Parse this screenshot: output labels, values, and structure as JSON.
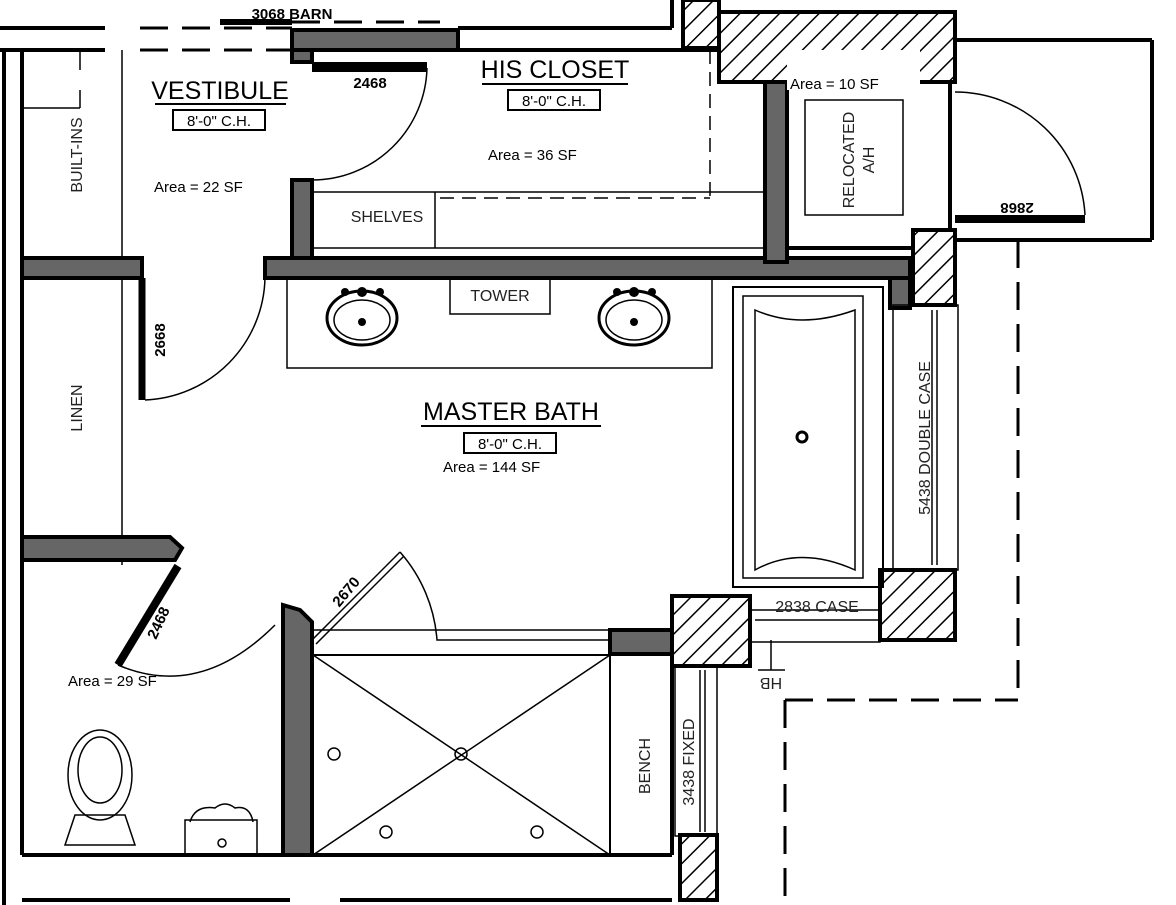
{
  "plan": {
    "rooms": {
      "vestibule": {
        "name": "VESTIBULE",
        "ceiling": "8'-0\" C.H.",
        "area": "Area  =  22 SF"
      },
      "his_closet": {
        "name": "HIS CLOSET",
        "ceiling": "8'-0\" C.H.",
        "area": "Area  =  36 SF"
      },
      "ah_closet": {
        "area": "Area  =  10 SF",
        "label_line1": "RELOCATED",
        "label_line2": "A/H"
      },
      "master_bath": {
        "name": "MASTER BATH",
        "ceiling": "8'-0\" C.H.",
        "area": "Area  =  144 SF"
      },
      "water_closet": {
        "area": "Area  =  29 SF"
      }
    },
    "labels": {
      "built_ins": "BUILT-INS",
      "shelves": "SHELVES",
      "tower": "TOWER",
      "linen": "LINEN",
      "bench": "BENCH",
      "hb": "HB"
    },
    "doors": {
      "barn": "3068 BARN",
      "closet": "2468",
      "ah": "2868",
      "bath": "2668",
      "wc": "2468",
      "shower": "2670"
    },
    "windows": {
      "double_case": "5438 DOUBLE CASE",
      "case": "2838 CASE",
      "fixed": "3438 FIXED"
    },
    "colors": {
      "wall_fill": "#666666",
      "line": "#000000"
    }
  }
}
